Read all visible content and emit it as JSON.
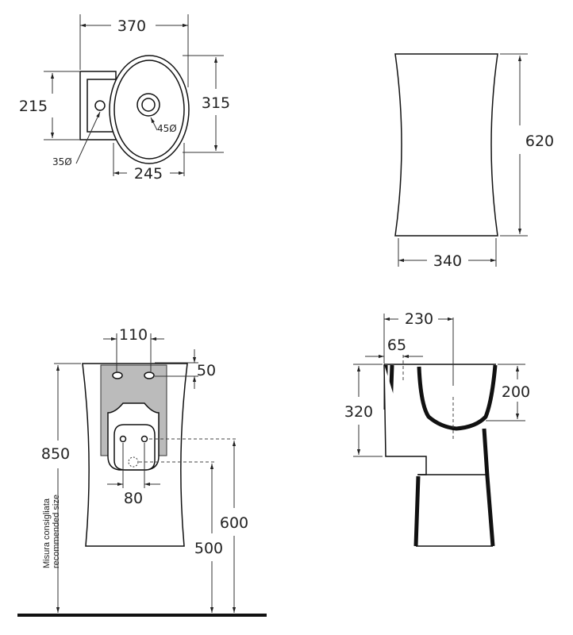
{
  "top_view": {
    "width_total": "370",
    "depth_bowl": "315",
    "depth_ledge": "215",
    "bowl_width": "245",
    "tap_hole": "35Ø",
    "drain": "45Ø"
  },
  "side_view": {
    "height": "620",
    "width": "340"
  },
  "front_view": {
    "bolt_spacing": "110",
    "bolt_offset": "50",
    "height": "850",
    "supply_spacing": "80",
    "supply_height": "600",
    "drain_height": "500",
    "note_line1": "Misura consigliata",
    "note_line2": "recommended size"
  },
  "section_view": {
    "depth_to_drain": "230",
    "tap_offset": "65",
    "rim_height": "320",
    "bowl_depth": "200"
  }
}
